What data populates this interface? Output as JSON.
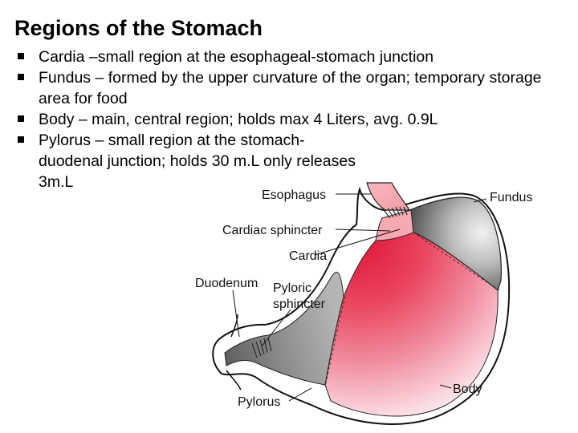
{
  "slide": {
    "title": "Regions of the Stomach",
    "bullets": [
      "Cardia –small region at the esophageal-stomach junction",
      "Fundus – formed by the upper curvature of the organ; temporary storage area for food",
      "Body – main, central region; holds max 4 Liters, avg. 0.9L",
      "Pylorus – small region at the stomach-duodenal junction; holds 30 m.L only releases 3m.L"
    ]
  },
  "diagram": {
    "labels": {
      "esophagus": "Esophagus",
      "fundus": "Fundus",
      "cardiac_sphincter": "Cardiac sphincter",
      "cardia": "Cardia",
      "duodenum": "Duodenum",
      "pyloric_sphincter_line1": "Pyloric",
      "pyloric_sphincter_line2": "sphincter",
      "body": "Body",
      "pylorus": "Pylorus"
    },
    "colors": {
      "esophagus": "#f4a7ad",
      "cardia": "#f6a6ae",
      "body_red": "#e8334f",
      "body_light": "#fce1e8",
      "fundus_dark": "#4a4a4a",
      "pylorus_gray": "#8a8a8a"
    }
  }
}
